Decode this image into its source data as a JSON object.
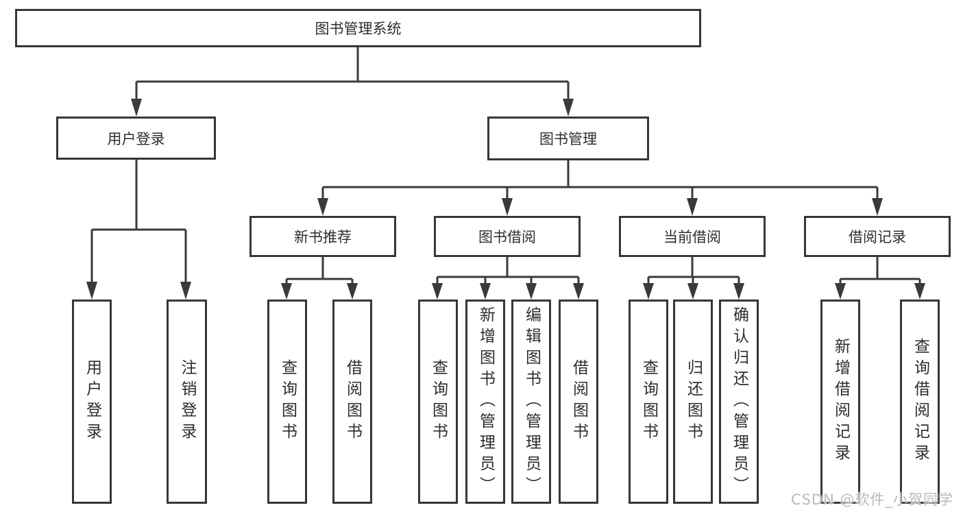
{
  "diagram": {
    "root": {
      "label": "图书管理系统",
      "children": [
        {
          "label": "用户登录",
          "children": [
            {
              "label": "用户登录"
            },
            {
              "label": "注销登录"
            }
          ]
        },
        {
          "label": "图书管理",
          "children": [
            {
              "label": "新书推荐",
              "children": [
                {
                  "label": "查询图书"
                },
                {
                  "label": "借阅图书"
                }
              ]
            },
            {
              "label": "图书借阅",
              "children": [
                {
                  "label": "查询图书"
                },
                {
                  "label": "新增图书（管理员）"
                },
                {
                  "label": "编辑图书（管理员）"
                },
                {
                  "label": "借阅图书"
                }
              ]
            },
            {
              "label": "当前借阅",
              "children": [
                {
                  "label": "查询图书"
                },
                {
                  "label": "归还图书"
                },
                {
                  "label": "确认归还（管理员）"
                }
              ]
            },
            {
              "label": "借阅记录",
              "children": [
                {
                  "label": "新增借阅记录"
                },
                {
                  "label": "查询借阅记录"
                }
              ]
            }
          ]
        }
      ]
    }
  },
  "colors": {
    "line": "#3a3a3a",
    "box_border": "#363636",
    "text": "#2d2d2d",
    "watermark": "#b9b9b9",
    "background": "#ffffff"
  },
  "watermark": {
    "text": "CSDN @软件_小贺同学"
  }
}
